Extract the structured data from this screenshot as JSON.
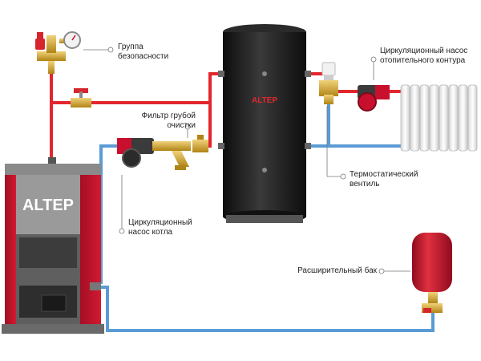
{
  "colors": {
    "hot_pipe": "#e3262e",
    "cold_pipe": "#5b9bd5",
    "tank": "#1f1f1f",
    "boiler_red": "#c8102e",
    "brass": "#c9a227",
    "expansion_tank": "#c8102e"
  },
  "tank": {
    "brand": "ALTEP"
  },
  "boiler": {
    "brand": "ALTEP"
  },
  "labels": {
    "safety_group": [
      "Группа",
      "безопасности"
    ],
    "filter": [
      "Фильтр грубой",
      "очистки"
    ],
    "heating_pump": [
      "Циркуляционный насос",
      "отопительного контура"
    ],
    "thermo_valve": [
      "Термостатический",
      "вентиль"
    ],
    "boiler_pump": [
      "Циркуляционный",
      "насос котла"
    ],
    "expansion_tank": [
      "Расширительный бак"
    ]
  },
  "icons": [
    "pressure-gauge-icon",
    "ball-valve-icon",
    "pump-icon",
    "filter-icon",
    "radiator-icon",
    "thermostat-head-icon"
  ]
}
